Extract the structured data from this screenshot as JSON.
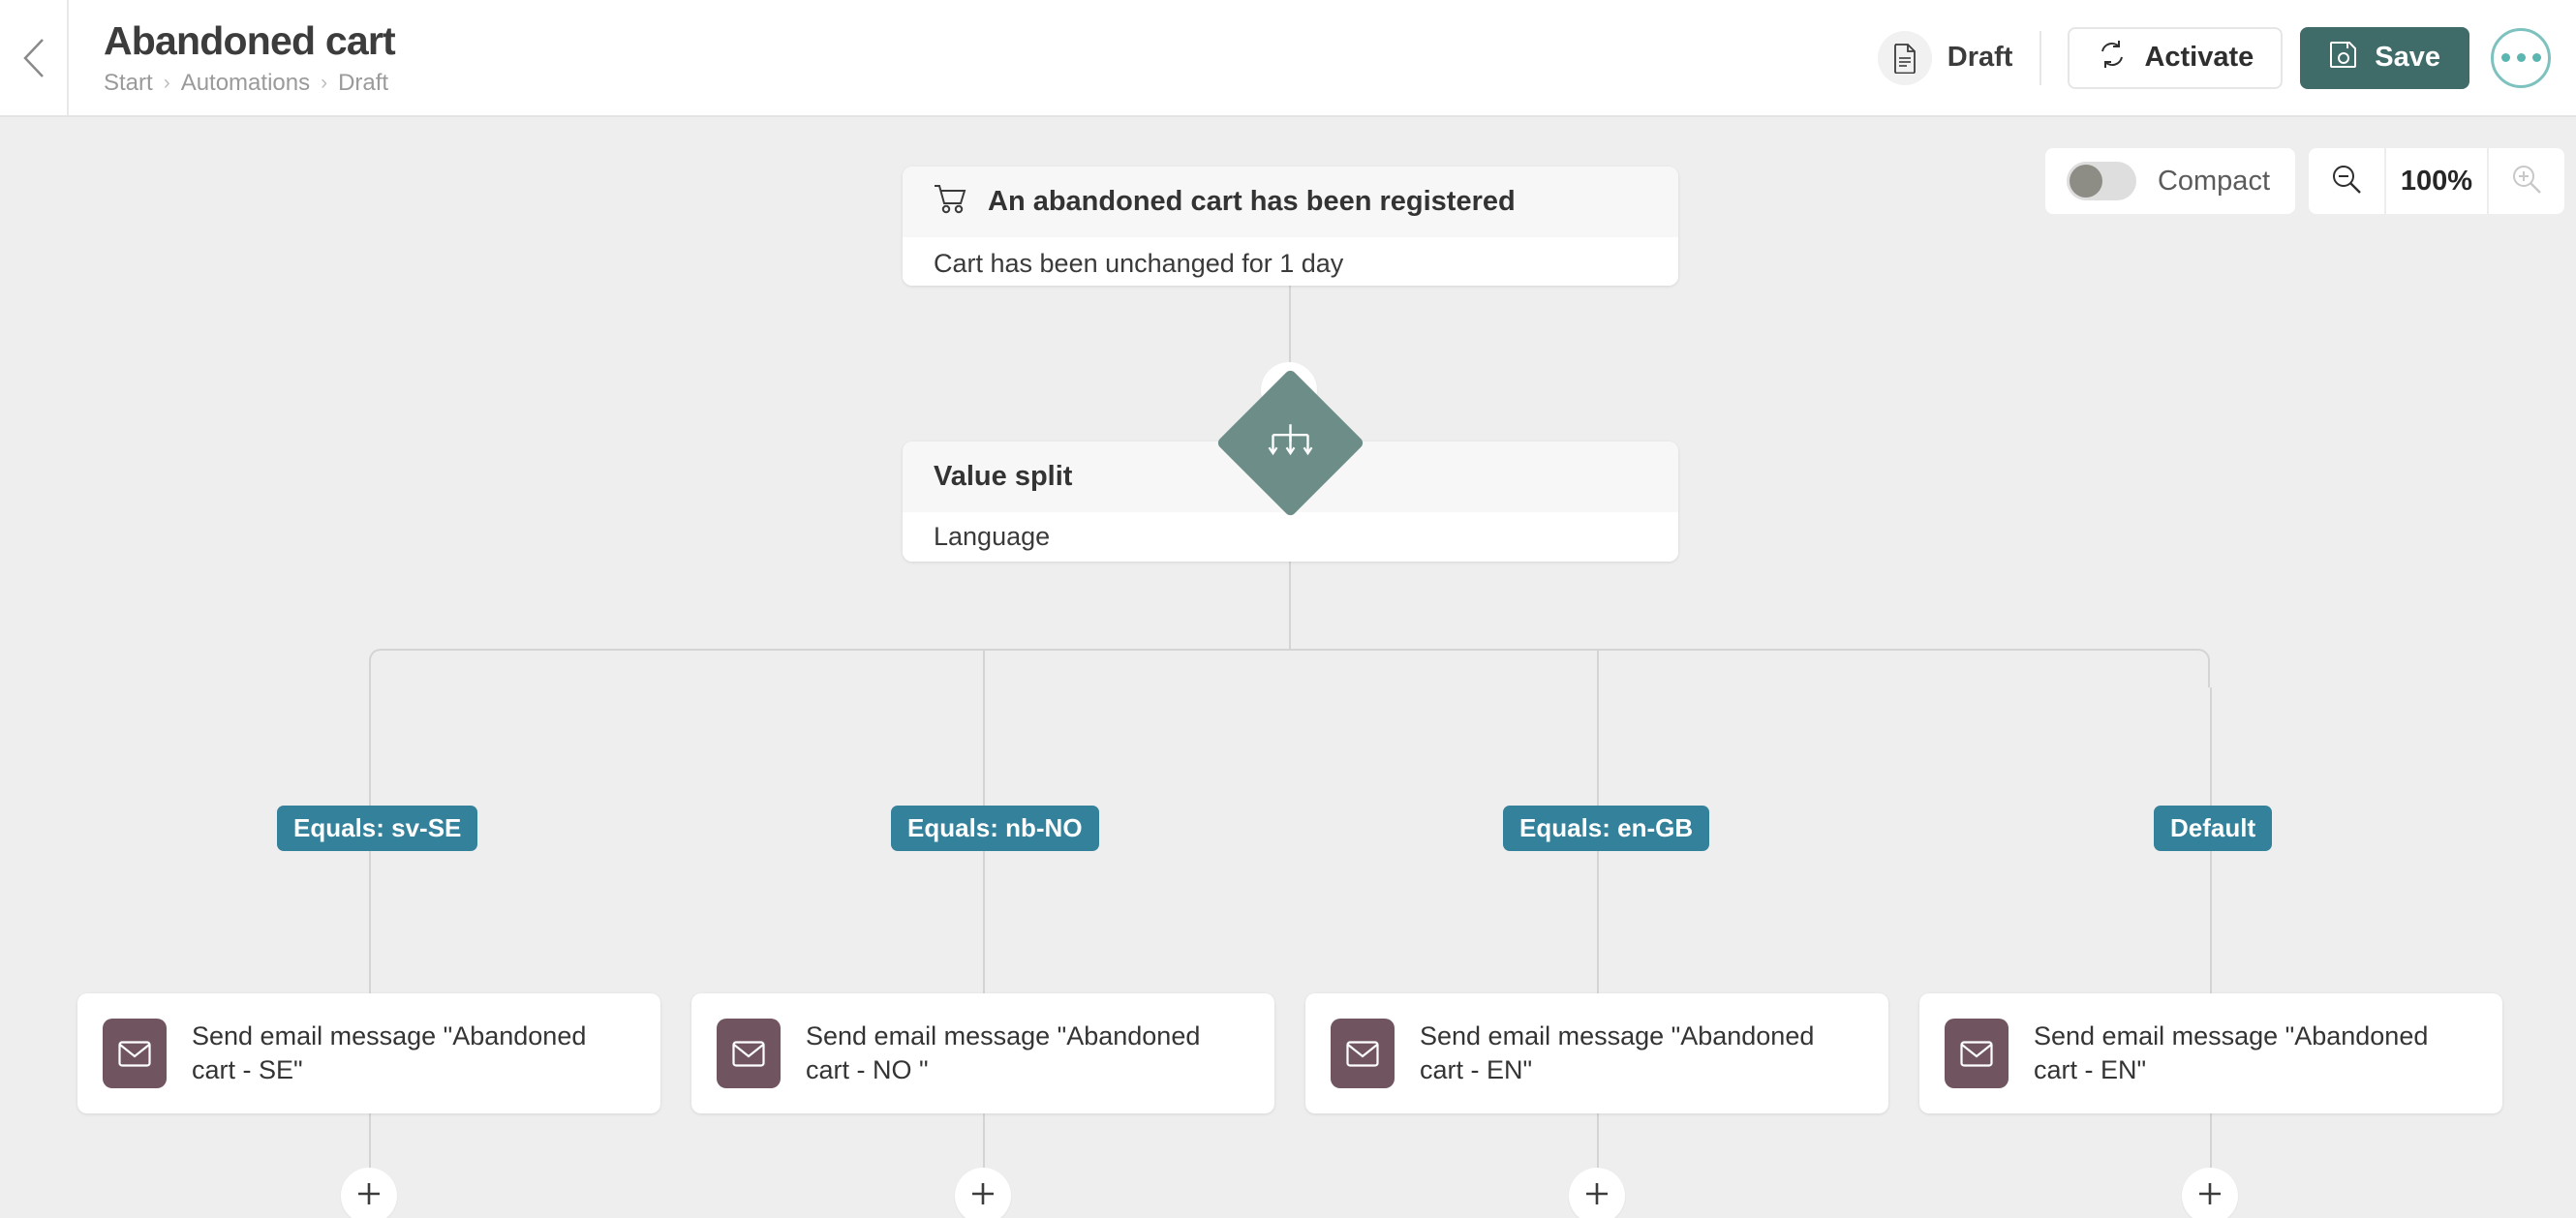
{
  "header": {
    "back_icon": "chevron-left-icon",
    "title": "Abandoned cart",
    "breadcrumb": [
      {
        "label": "Start"
      },
      {
        "label": "Automations"
      },
      {
        "label": "Draft"
      }
    ],
    "breadcrumb_separator": "›",
    "status": {
      "icon": "document-icon",
      "label": "Draft"
    },
    "activate": {
      "icon": "sync-icon",
      "label": "Activate"
    },
    "save": {
      "icon": "floppy-disk-icon",
      "label": "Save"
    },
    "more": {
      "icon": "more-horizontal-icon"
    }
  },
  "toolbar": {
    "compact": {
      "label": "Compact",
      "enabled": false
    },
    "zoom_out_icon": "zoom-out-icon",
    "zoom_in_icon": "zoom-in-icon",
    "zoom_level": "100%"
  },
  "flow": {
    "trigger": {
      "icon": "shopping-cart-icon",
      "title": "An abandoned cart has been registered",
      "detail": "Cart has been unchanged for 1 day"
    },
    "add_step_icon": "plus-icon",
    "split": {
      "icon": "value-split-icon",
      "title": "Value split",
      "detail": "Language"
    },
    "branches": [
      {
        "badge": "Equals: sv-SE",
        "icon": "envelope-icon",
        "label": "Send email message \"Abandoned cart - SE\"",
        "add_icon": "plus-icon"
      },
      {
        "badge": "Equals: nb-NO",
        "icon": "envelope-icon",
        "label": "Send email message \"Abandoned cart - NO \"",
        "add_icon": "plus-icon"
      },
      {
        "badge": "Equals: en-GB",
        "icon": "envelope-icon",
        "label": "Send email message \"Abandoned cart - EN\"",
        "add_icon": "plus-icon"
      },
      {
        "badge": "Default",
        "icon": "envelope-icon",
        "label": "Send email message \"Abandoned cart - EN\"",
        "add_icon": "plus-icon"
      }
    ]
  },
  "colors": {
    "save_teal": "#3f6b69",
    "accent_teal": "#5bb5b1",
    "badge_blue": "#34819b",
    "split_green": "#6d8d89",
    "email_purple": "#705561",
    "canvas_bg": "#eeeeee"
  }
}
